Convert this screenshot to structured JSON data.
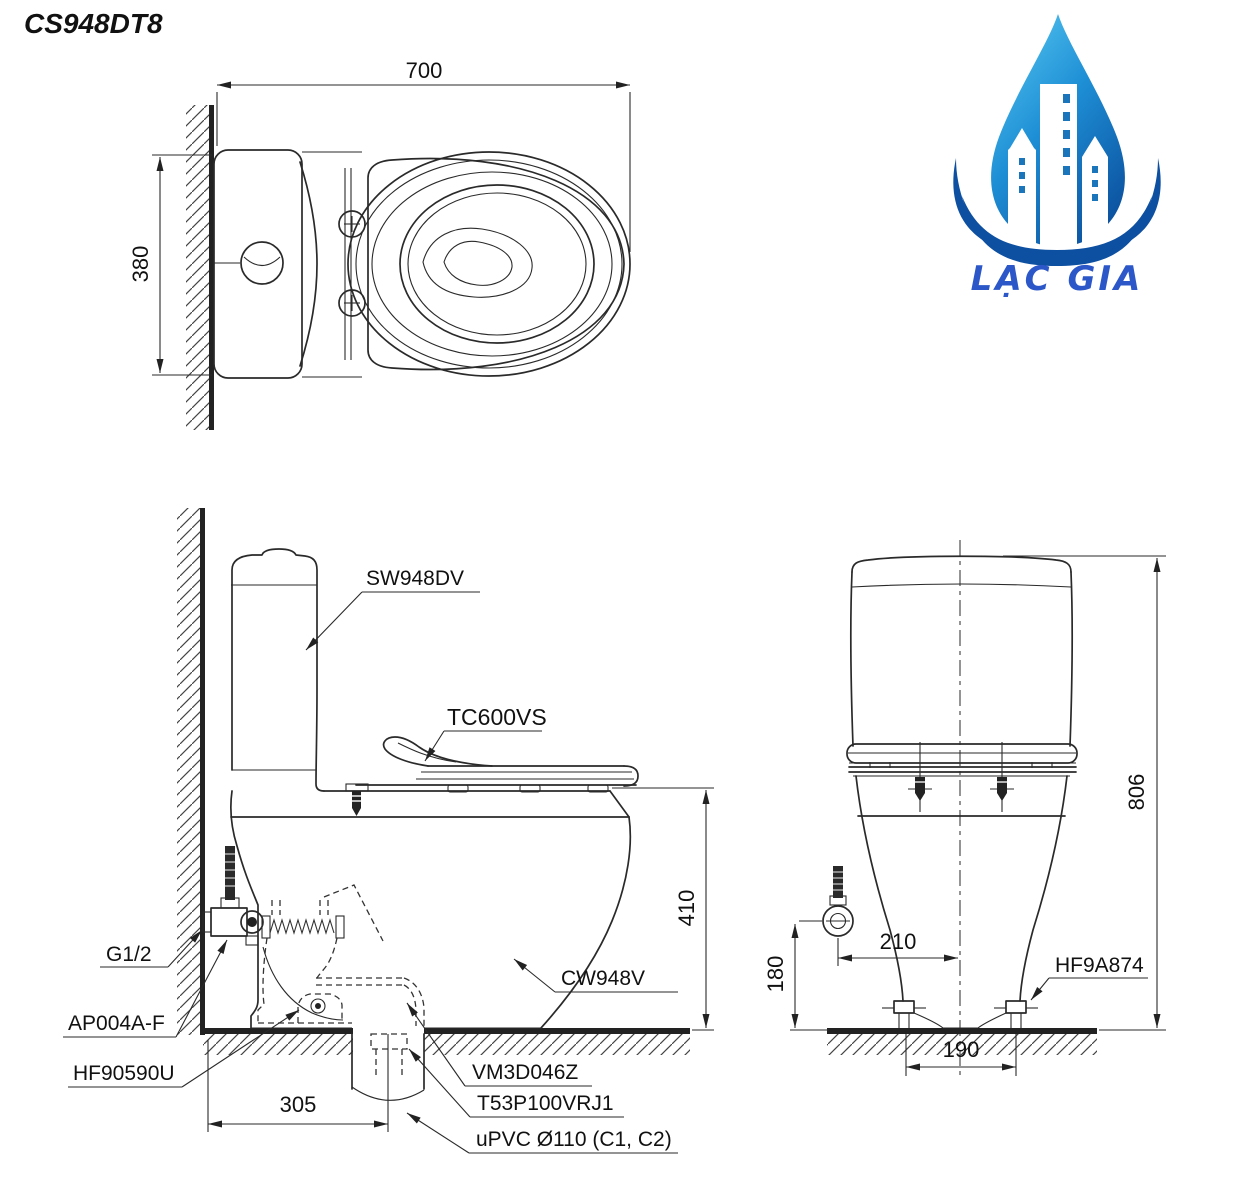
{
  "title": "CS948DT8",
  "logo": {
    "brand": "LẠC GIA"
  },
  "colors": {
    "line": "#2a2a2a",
    "logo_blue_light": "#55c4f0",
    "logo_blue_dark": "#0b4f9e",
    "logo_swoosh": "#0d4fa0",
    "logo_text_blue": "#2b57c8"
  },
  "top_view": {
    "width": "700",
    "depth": "380"
  },
  "side_view": {
    "labels": {
      "tank": "SW948DV",
      "seat": "TC600VS",
      "bowl": "CW948V",
      "supply_thread": "G1/2",
      "angle_valve": "AP004A-F",
      "outlet_fitting": "HF90590U",
      "seal": "VM3D046Z",
      "adapter": "T53P100VRJ1",
      "pipe": "uPVC Ø110 (C1, C2)"
    },
    "dims": {
      "rim_height": "410",
      "rough_in": "305"
    }
  },
  "front_view": {
    "labels": {
      "bolt_cap": "HF9A874"
    },
    "dims": {
      "total_height": "806",
      "valve_height": "180",
      "valve_offset": "210",
      "bolt_spacing": "190"
    }
  }
}
